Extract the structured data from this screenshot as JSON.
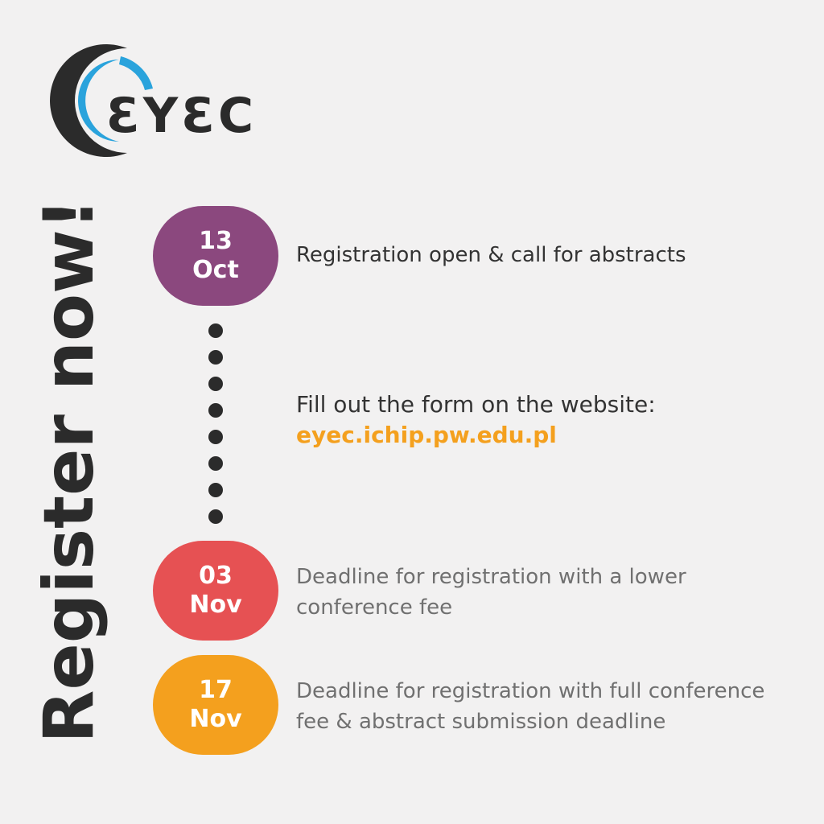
{
  "brand": {
    "logo_text": "ƐYƐC",
    "colors": {
      "dark": "#2b2b2b",
      "blue": "#2aa3dc"
    }
  },
  "vertical_title": "Register now!",
  "events": [
    {
      "day": "13",
      "month": "Oct",
      "color": "#8b487e",
      "text": "Registration open & call for abstracts"
    },
    {
      "day": "03",
      "month": "Nov",
      "color": "#e65153",
      "text": "Deadline for registration with a lower conference fee"
    },
    {
      "day": "17",
      "month": "Nov",
      "color": "#f4a01e",
      "text": "Deadline for registration with full conference fee & abstract submission deadline"
    }
  ],
  "form_note": {
    "text": "Fill out the form on the website:",
    "link": "eyec.ichip.pw.edu.pl",
    "link_color": "#f4a01e"
  },
  "icons": {
    "timeline_connector": "dotted-line-icon"
  }
}
